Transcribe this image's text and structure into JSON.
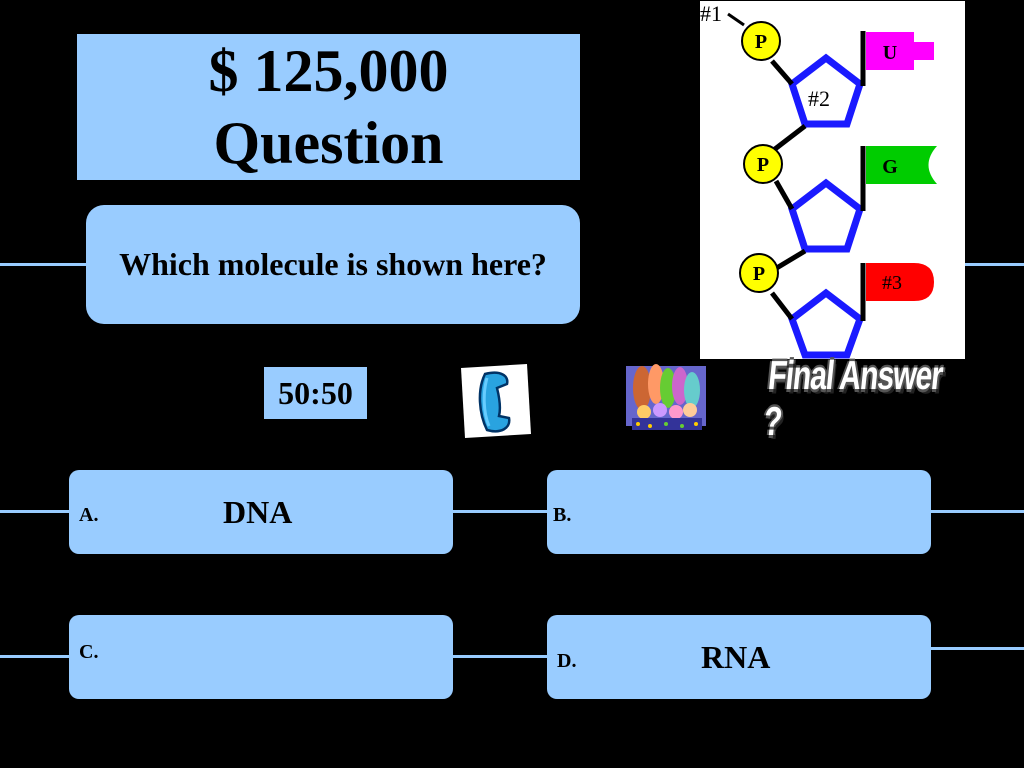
{
  "prize": {
    "amount": "$ 125,000",
    "label": "Question"
  },
  "question": {
    "text": "Which molecule is shown here?"
  },
  "lifelines": {
    "fifty_fifty": "50:50",
    "final_answer": "Final Answer ?"
  },
  "answers": [
    {
      "letter": "A.",
      "text": "DNA"
    },
    {
      "letter": "B.",
      "text": ""
    },
    {
      "letter": "C.",
      "text": ""
    },
    {
      "letter": "D.",
      "text": "RNA"
    }
  ],
  "diagram": {
    "labels": {
      "label1": "#1",
      "label2": "#2",
      "label3": "#3"
    },
    "phosphate": "P",
    "bases": [
      "U",
      "G"
    ]
  },
  "colors": {
    "background": "#000000",
    "panel": "#99ccff",
    "phosphate": "#ffff00",
    "sugar": "#1a1aff",
    "base_u": "#ff00ff",
    "base_g": "#00cc00",
    "base_3": "#ff0000"
  },
  "icons": {
    "phone": "phone-a-friend-icon",
    "audience": "ask-the-audience-icon"
  }
}
